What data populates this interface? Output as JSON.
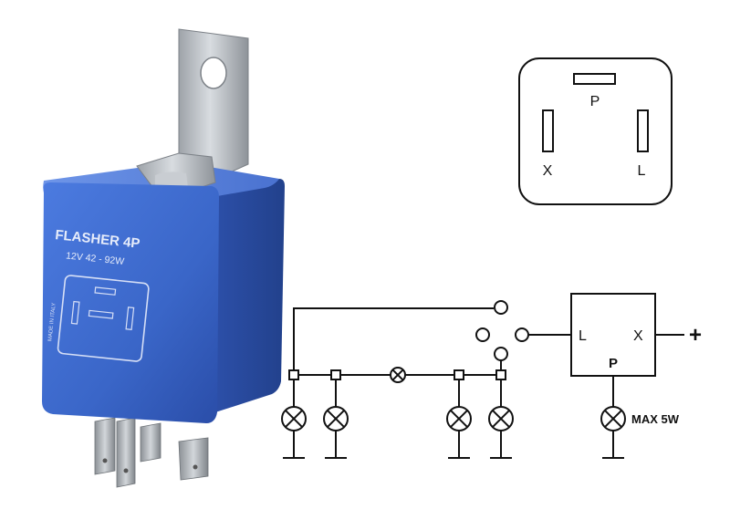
{
  "product": {
    "label_title": "FLASHER 4P",
    "label_rating": "12V 42 - 92W",
    "side_text": "MADE IN ITALY"
  },
  "pinout": {
    "pin_p": "P",
    "pin_x": "X",
    "pin_l": "L"
  },
  "circuit": {
    "terminal_l": "L",
    "terminal_x": "X",
    "terminal_p": "P",
    "supply_symbol": "+",
    "lamp_limit": "MAX 5W"
  },
  "colors": {
    "housing": "#3A66C8",
    "housing_dark": "#2747A0",
    "bracket": "#B9BEC4",
    "line": "#111111"
  }
}
